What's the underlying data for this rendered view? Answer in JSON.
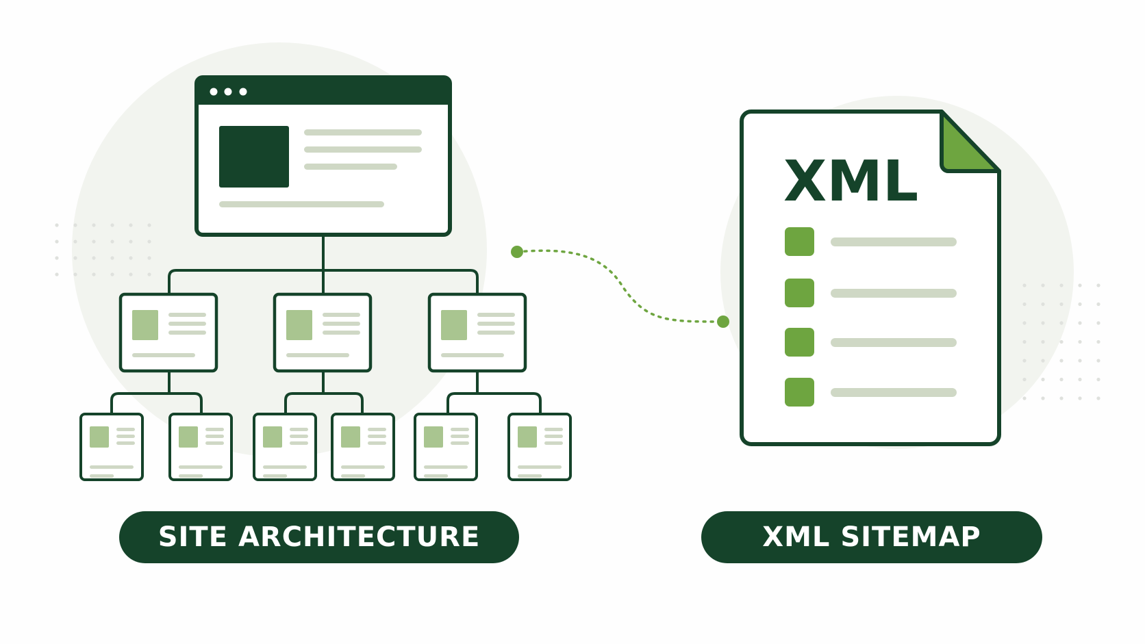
{
  "colors": {
    "dark_green": "#15432a",
    "mid_green": "#6ea540",
    "light_green": "#a9c590",
    "line_gray": "#cfd8c5",
    "dot_gray": "#dfe1dd",
    "blob": "#f2f4ef",
    "white": "#ffffff"
  },
  "diagram": {
    "document_badge": "XML",
    "left_label": "SITE ARCHITECTURE",
    "right_label": "XML SITEMAP"
  },
  "icons": {
    "browser": "browser-window-icon",
    "page": "web-page-icon",
    "document": "xml-file-icon",
    "connector": "dotted-connector-icon"
  }
}
